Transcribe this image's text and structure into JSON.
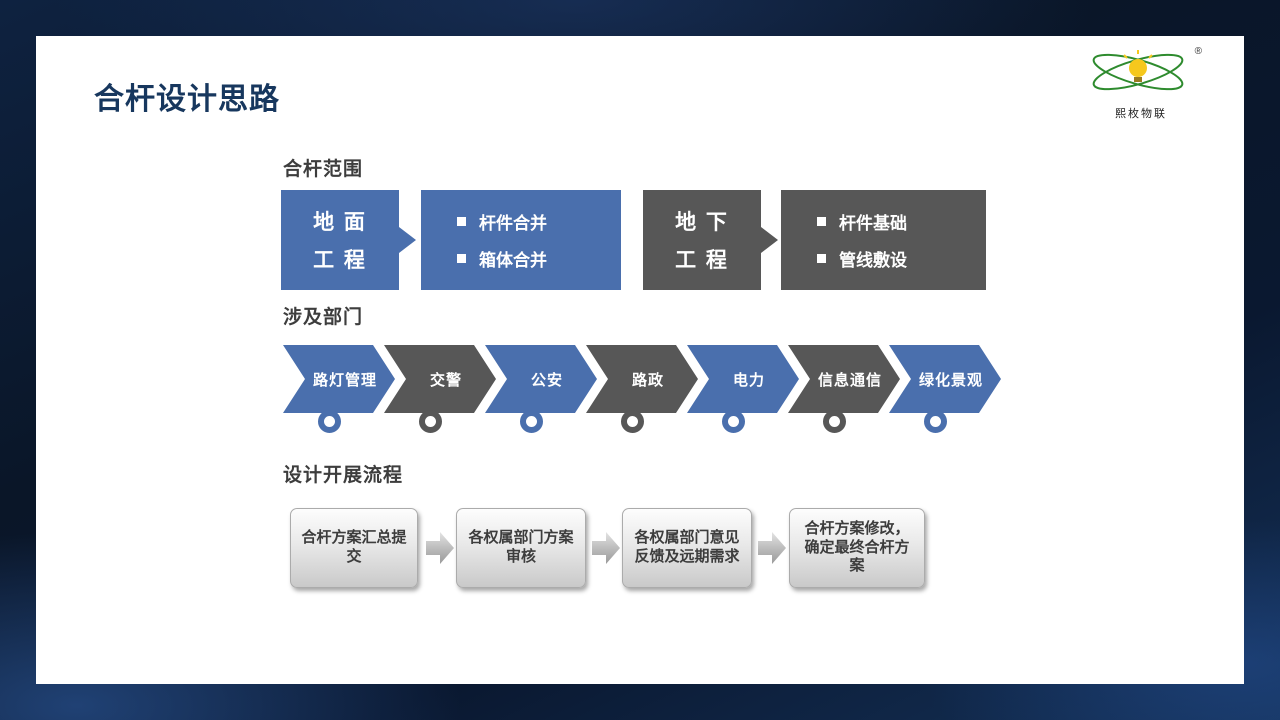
{
  "slide_title": "合杆设计思路",
  "logo": {
    "brand": "熙枚物联",
    "registered_mark": "®"
  },
  "scope": {
    "heading": "合杆范围",
    "groups": [
      {
        "name": "ground-works",
        "label_lines": [
          "地 面",
          "工 程"
        ],
        "items": [
          "杆件合并",
          "箱体合并"
        ],
        "color": "#4a6fad"
      },
      {
        "name": "underground-works",
        "label_lines": [
          "地 下",
          "工 程"
        ],
        "items": [
          "杆件基础",
          "管线敷设"
        ],
        "color": "#575757"
      }
    ]
  },
  "departments": {
    "heading": "涉及部门",
    "items": [
      {
        "label": "路灯管理",
        "color": "#4a6fad"
      },
      {
        "label": "交警",
        "color": "#575757"
      },
      {
        "label": "公安",
        "color": "#4a6fad"
      },
      {
        "label": "路政",
        "color": "#575757"
      },
      {
        "label": "电力",
        "color": "#4a6fad"
      },
      {
        "label": "信息通信",
        "color": "#575757"
      },
      {
        "label": "绿化景观",
        "color": "#4a6fad"
      }
    ]
  },
  "process": {
    "heading": "设计开展流程",
    "steps": [
      "合杆方案汇总提交",
      "各权属部门方案审核",
      "各权属部门意见反馈及远期需求",
      "合杆方案修改，确定最终合杆方案"
    ]
  },
  "colors": {
    "accent_blue": "#4a6fad",
    "dark_gray": "#575757",
    "title_navy": "#17375e",
    "slide_bg": "#ffffff",
    "page_bg": "#0a1628"
  }
}
